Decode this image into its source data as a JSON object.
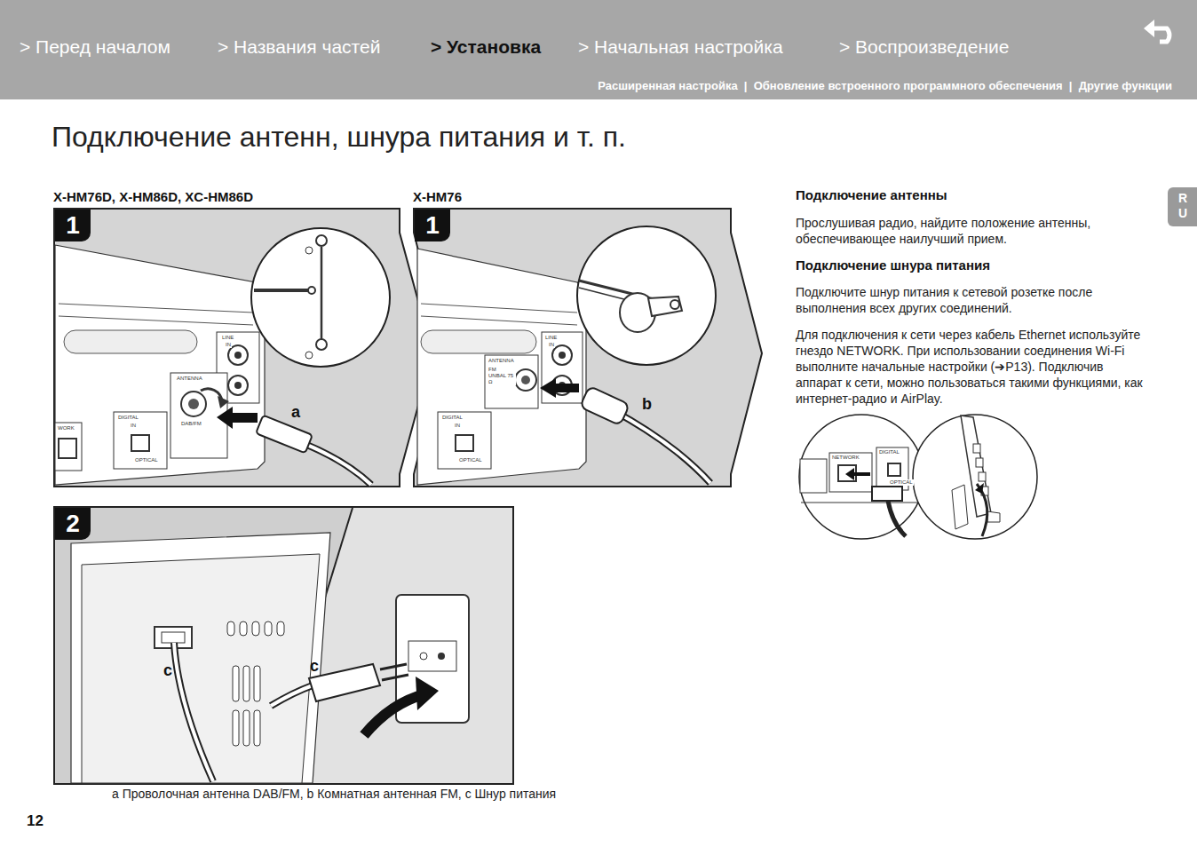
{
  "diagram": {
    "title": "Подключение антенн, шнура питания и т. п.",
    "caption": "a Проволочная антенна DAB/FM, b Комнатная антенная FM, c Шнур питания",
    "nodes": [
      {
        "text": [
          "> Перед началом",
          "> Названия частей",
          "> Установка",
          "> Начальная настройка",
          "> Воспроизведение",
          "Расширенная настройка  |  Обновление встроенного программного обеспечения  |  Другие функции"
        ]
      },
      {
        "text": [
          "X-HM76D, X-HM86D, XC-HM86D",
          "1"
        ]
      },
      {
        "text": [
          "X-HM76",
          "1"
        ]
      },
      {
        "text": [
          "2"
        ]
      },
      {
        "text": [
          "R U"
        ]
      }
    ],
    "labels": [
      "Подключение антенны",
      "Прослушивая радио, найдите положение антенны, обеспечивающее наилучший прием.",
      "Подключение шнура питания",
      "Подключите шнур питания к сетевой розетке после выполнения всех других соединений.",
      "Для подключения к сети через кабель Ethernet используйте гнездо NETWORK. При использовании соединения Wi-Fi выполните начальные настройки (➔P13). Подключив аппарат к сети, можно пользоваться такими функциями, как интернет-радио и AirPlay.",
      "12",
      "a",
      "b",
      "c",
      "c",
      "LINE",
      "IN",
      "ANTENNA",
      "DAB/FM",
      "DIGITAL",
      "IN",
      "OPTICAL",
      "WORK",
      "LINE",
      "IN",
      "ANTENNA",
      "FM UNBAL 75 Ω",
      "DIGITAL",
      "IN",
      "OPTICAL",
      "NETWORK",
      "DIGITAL",
      "OPTICAL"
    ]
  }
}
